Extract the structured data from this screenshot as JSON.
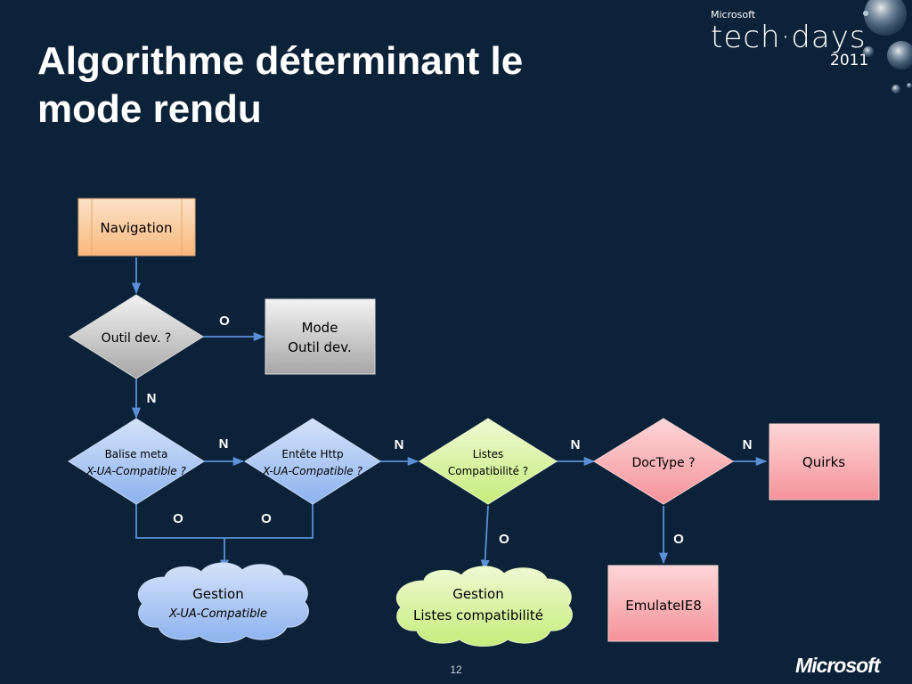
{
  "slide": {
    "title_line1": "Algorithme déterminant le",
    "title_line2": "mode rendu",
    "page_number": "12"
  },
  "branding": {
    "ms_small": "Microsoft",
    "techdays": "tech·days",
    "year": "2011",
    "footer_logo": "Microsoft"
  },
  "diagram": {
    "navigation": "Navigation",
    "outil_dev": "Outil dev. ?",
    "mode_line1": "Mode",
    "mode_line2": "Outil dev.",
    "balise_line1": "Balise meta",
    "balise_line2": "X-UA-Compatible ?",
    "entete_line1": "Entête Http",
    "entete_line2": "X-UA-Compatible ?",
    "listes_line1": "Listes",
    "listes_line2": "Compatibilité ?",
    "doctype": "DocType ?",
    "quirks": "Quirks",
    "emulate": "EmulateIE8",
    "gestion_xua_line1": "Gestion",
    "gestion_xua_line2": "X-UA-Compatible",
    "gestion_listes_line1": "Gestion",
    "gestion_listes_line2": "Listes compatibilité",
    "yes": "O",
    "no": "N"
  },
  "colors": {
    "background": "#0c2238",
    "connector": "#5b8fd6",
    "orange_box": "#fbd0a6",
    "gray_box": "#bfbfbf",
    "blue_diamond": "#a7c4f2",
    "green_diamond": "#d9f3a2",
    "pink_shape": "#f7a9ad"
  }
}
